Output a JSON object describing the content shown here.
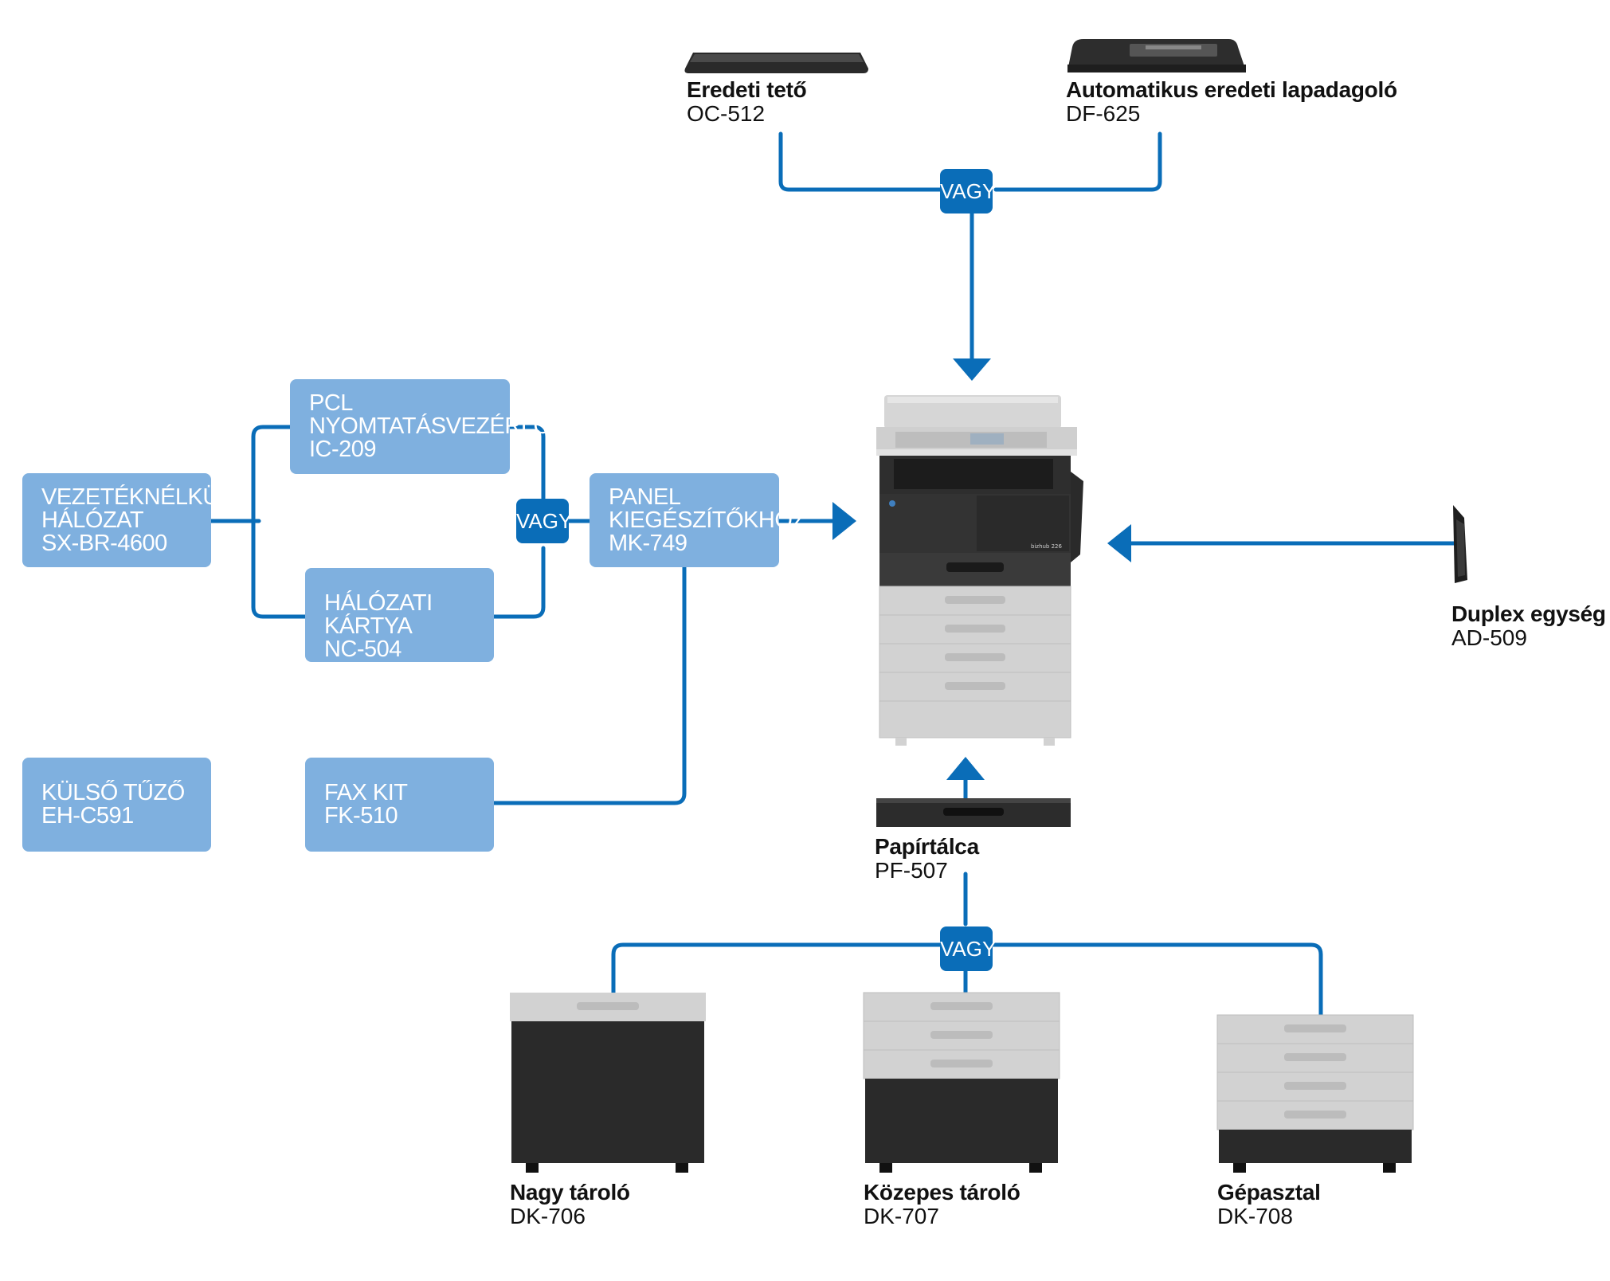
{
  "colors": {
    "connector": "#0a6db8",
    "box_fill": "#7fb0df",
    "or_badge": "#0a6db8",
    "text_dark": "#111111"
  },
  "or_label": "VAGY",
  "top_options": {
    "cover": {
      "name": "Eredeti tető",
      "code": "OC-512"
    },
    "adf": {
      "name": "Automatikus eredeti lapadagoló",
      "code": "DF-625"
    }
  },
  "left_boxes": {
    "wireless": {
      "lines": [
        "VEZETÉKNÉLKÜLI",
        "HÁLÓZAT",
        "SX-BR-4600"
      ]
    },
    "pcl": {
      "lines": [
        "PCL",
        "NYOMTATÁSVEZÉRLŐ",
        "IC-209"
      ]
    },
    "network": {
      "lines": [
        "HÁLÓZATI KÁRTYA",
        "NC-504"
      ]
    },
    "panel": {
      "lines": [
        "PANEL",
        "KIEGÉSZÍTŐKHÖZ",
        "MK-749"
      ]
    },
    "stapler": {
      "lines": [
        "KÜLSŐ TŰZŐ",
        "EH-C591"
      ]
    },
    "fax": {
      "lines": [
        "FAX KIT",
        "FK-510"
      ]
    }
  },
  "main_device": {
    "brand_text": "bizhub 226"
  },
  "duplex": {
    "name": "Duplex egység",
    "code": "AD-509"
  },
  "paper_tray": {
    "name": "Papírtálca",
    "code": "PF-507"
  },
  "cabinets": {
    "large": {
      "name": "Nagy tároló",
      "code": "DK-706"
    },
    "medium": {
      "name": "Közepes tároló",
      "code": "DK-707"
    },
    "desk": {
      "name": "Gépasztal",
      "code": "DK-708"
    }
  }
}
